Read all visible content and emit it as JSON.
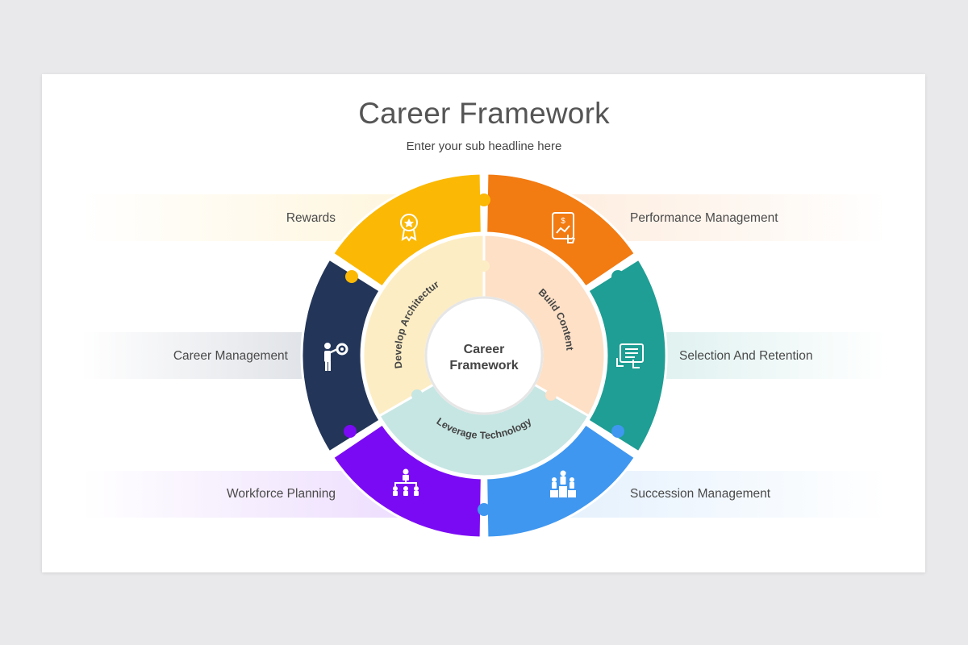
{
  "slide": {
    "title": "Career Framework",
    "subtitle": "Enter your sub headline here"
  },
  "center": {
    "line1": "Career",
    "line2": "Framework"
  },
  "inner_ring": [
    {
      "label": "Develop Architecture",
      "color": "#fdedc4"
    },
    {
      "label": "Build Content",
      "color": "#fde0c6"
    },
    {
      "label": "Leverage Technology",
      "color": "#c6e6e3"
    }
  ],
  "segments": [
    {
      "label": "Rewards",
      "color": "#fbb905",
      "icon": "award-medal-icon",
      "side": "left"
    },
    {
      "label": "Performance Management",
      "color": "#f27b12",
      "icon": "tablet-chart-icon",
      "side": "right"
    },
    {
      "label": "Career Management",
      "color": "#233659",
      "icon": "presenter-gear-icon",
      "side": "left"
    },
    {
      "label": "Selection And Retention",
      "color": "#1e9e94",
      "icon": "tablet-touch-icon",
      "side": "right"
    },
    {
      "label": "Workforce Planning",
      "color": "#7b0af4",
      "icon": "org-chart-icon",
      "side": "left"
    },
    {
      "label": "Succession Management",
      "color": "#3f97f0",
      "icon": "podium-icon",
      "side": "right"
    }
  ]
}
